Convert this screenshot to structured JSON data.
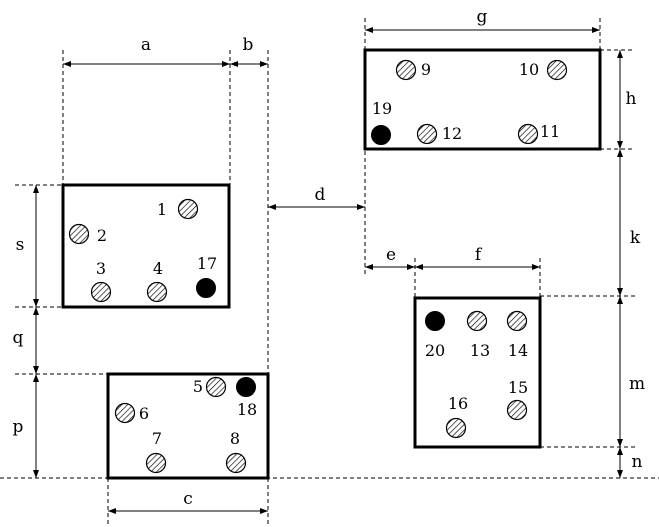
{
  "dimension_labels": {
    "a": "a",
    "b": "b",
    "c": "c",
    "d": "d",
    "e": "e",
    "f": "f",
    "g": "g",
    "h": "h",
    "k": "k",
    "m": "m",
    "n": "n",
    "p": "p",
    "q": "q",
    "s": "s"
  },
  "holes": [
    {
      "id": "1",
      "label": "1",
      "filled": false
    },
    {
      "id": "2",
      "label": "2",
      "filled": false
    },
    {
      "id": "3",
      "label": "3",
      "filled": false
    },
    {
      "id": "4",
      "label": "4",
      "filled": false
    },
    {
      "id": "5",
      "label": "5",
      "filled": false
    },
    {
      "id": "6",
      "label": "6",
      "filled": false
    },
    {
      "id": "7",
      "label": "7",
      "filled": false
    },
    {
      "id": "8",
      "label": "8",
      "filled": false
    },
    {
      "id": "9",
      "label": "9",
      "filled": false
    },
    {
      "id": "10",
      "label": "10",
      "filled": false
    },
    {
      "id": "11",
      "label": "11",
      "filled": false
    },
    {
      "id": "12",
      "label": "12",
      "filled": false
    },
    {
      "id": "13",
      "label": "13",
      "filled": false
    },
    {
      "id": "14",
      "label": "14",
      "filled": false
    },
    {
      "id": "15",
      "label": "15",
      "filled": false
    },
    {
      "id": "16",
      "label": "16",
      "filled": false
    },
    {
      "id": "17",
      "label": "17",
      "filled": true
    },
    {
      "id": "18",
      "label": "18",
      "filled": true
    },
    {
      "id": "19",
      "label": "19",
      "filled": true
    },
    {
      "id": "20",
      "label": "20",
      "filled": true
    }
  ]
}
